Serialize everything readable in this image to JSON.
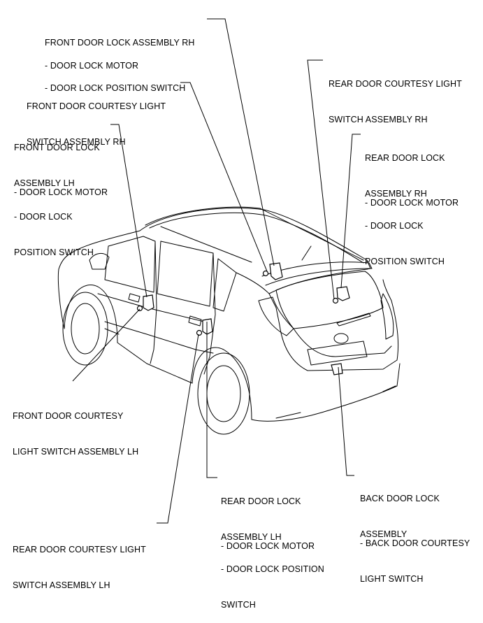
{
  "labels": {
    "front_rh": {
      "title": [
        "FRONT DOOR LOCK ASSEMBLY RH"
      ],
      "sub1": "- DOOR LOCK MOTOR",
      "sub2": "- DOOR LOCK POSITION SWITCH"
    },
    "front_courtesy_rh": [
      "FRONT DOOR COURTESY LIGHT",
      "SWITCH ASSEMBLY RH"
    ],
    "front_lh": {
      "title": [
        "FRONT DOOR LOCK",
        "ASSEMBLY LH"
      ],
      "sub1": "- DOOR LOCK MOTOR",
      "sub2": [
        "- DOOR LOCK",
        "POSITION SWITCH"
      ]
    },
    "rear_courtesy_rh": [
      "REAR DOOR COURTESY LIGHT",
      "SWITCH ASSEMBLY RH"
    ],
    "rear_rh": {
      "title": [
        "REAR DOOR LOCK",
        "ASSEMBLY RH"
      ],
      "sub1": "- DOOR LOCK MOTOR",
      "sub2": [
        "- DOOR LOCK",
        "POSITION SWITCH"
      ]
    },
    "front_courtesy_lh": [
      "FRONT DOOR COURTESY",
      "LIGHT SWITCH ASSEMBLY LH"
    ],
    "rear_lh": {
      "title": [
        "REAR DOOR LOCK",
        "ASSEMBLY LH"
      ],
      "sub1": "- DOOR LOCK MOTOR",
      "sub2": [
        "- DOOR LOCK POSITION",
        "SWITCH"
      ]
    },
    "back_door": {
      "title": [
        "BACK DOOR LOCK",
        "ASSEMBLY"
      ],
      "sub1": [
        "- BACK DOOR COURTESY",
        "LIGHT SWITCH"
      ]
    },
    "rear_courtesy_lh": [
      "REAR DOOR COURTESY LIGHT",
      "SWITCH ASSEMBLY LH"
    ]
  }
}
